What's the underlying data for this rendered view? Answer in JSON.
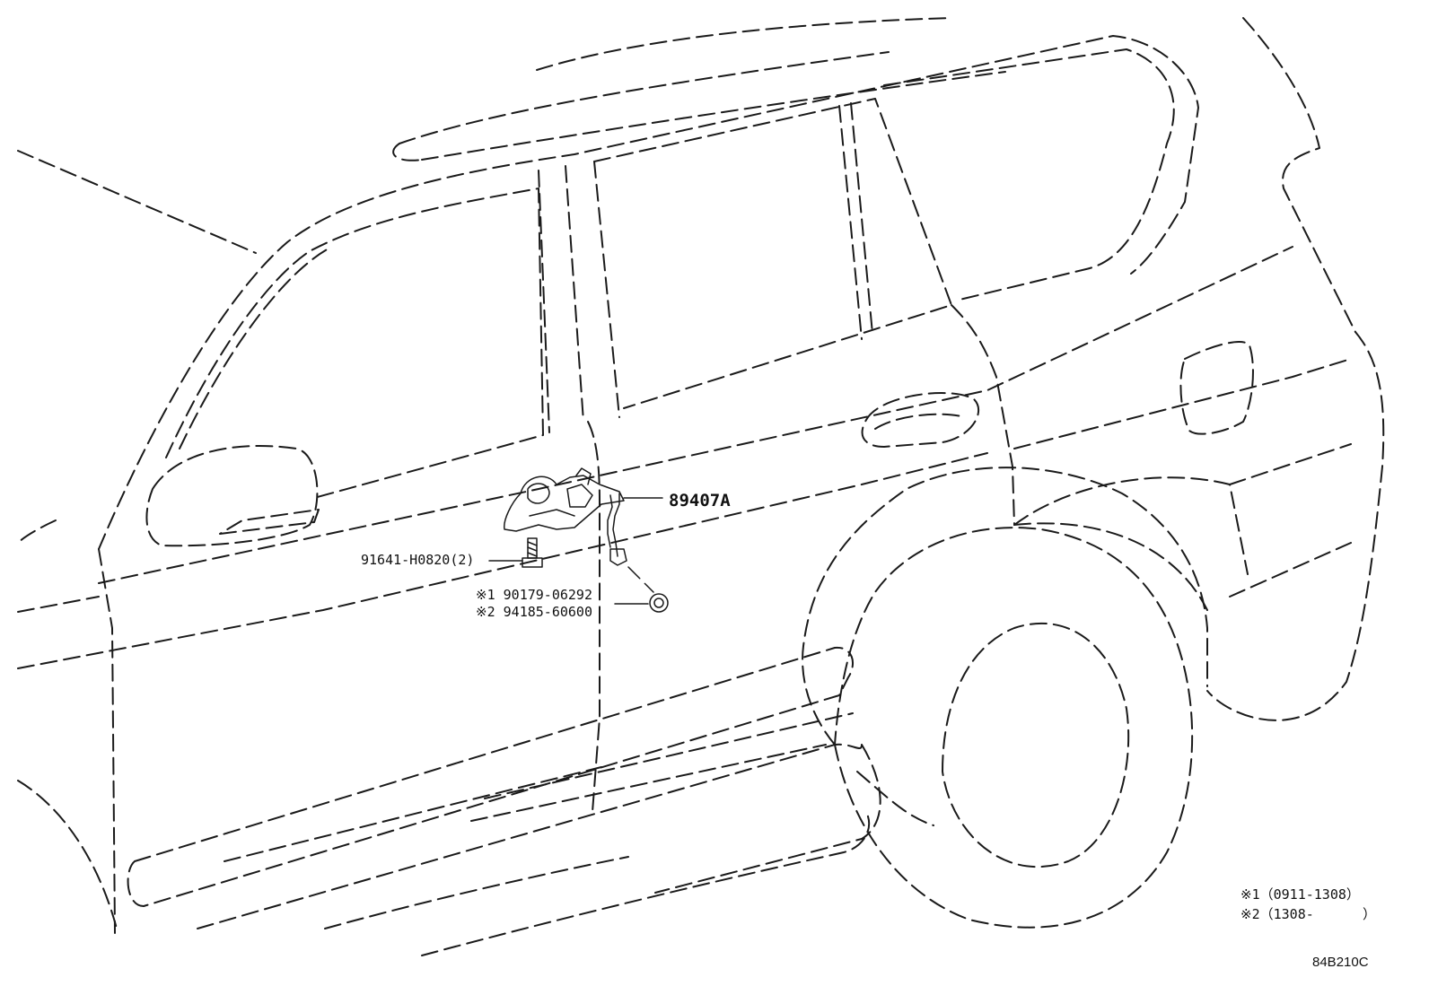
{
  "diagram": {
    "callouts": {
      "part_main": "89407A",
      "part_bolt": "91641-H0820(2)",
      "part_alt1": "※1 90179-06292",
      "part_alt2": "※2 94185-60600"
    },
    "legend": {
      "note1": "※1（0911-1308）",
      "note2": "※2（1308-      ）"
    },
    "figure_code": "84B210C"
  }
}
